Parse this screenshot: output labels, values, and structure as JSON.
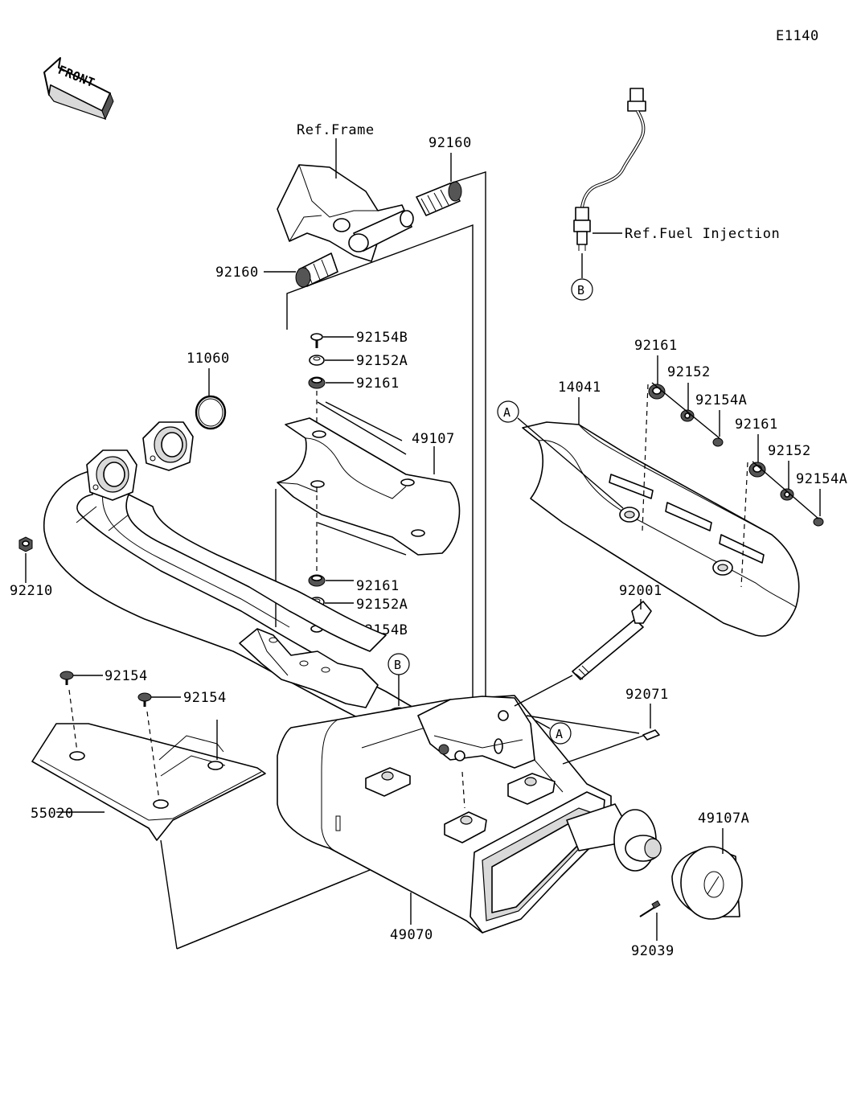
{
  "diagram_code": "E1140",
  "front_label": "FRONT",
  "references": {
    "frame": "Ref.Frame",
    "fuel_injection": "Ref.Fuel Injection"
  },
  "markers": {
    "a": "A",
    "b": "B"
  },
  "parts": {
    "p92160_top": "92160",
    "p92160_left": "92160",
    "p92154B_top": "92154B",
    "p92152A_top": "92152A",
    "p92161_top": "92161",
    "p49107": "49107",
    "p92161_mid": "92161",
    "p92152A_mid": "92152A",
    "p92154B_mid": "92154B",
    "p11060": "11060",
    "p92210": "92210",
    "p92154_a": "92154",
    "p92154_b": "92154",
    "p55020": "55020",
    "p14041": "14041",
    "p92161_r1": "92161",
    "p92152_r1": "92152",
    "p92154A_r1": "92154A",
    "p92161_r2": "92161",
    "p92152_r2": "92152",
    "p92154A_r2": "92154A",
    "p92001": "92001",
    "p92071": "92071",
    "p49107A": "49107A",
    "p49070": "49070",
    "p92039": "92039"
  }
}
